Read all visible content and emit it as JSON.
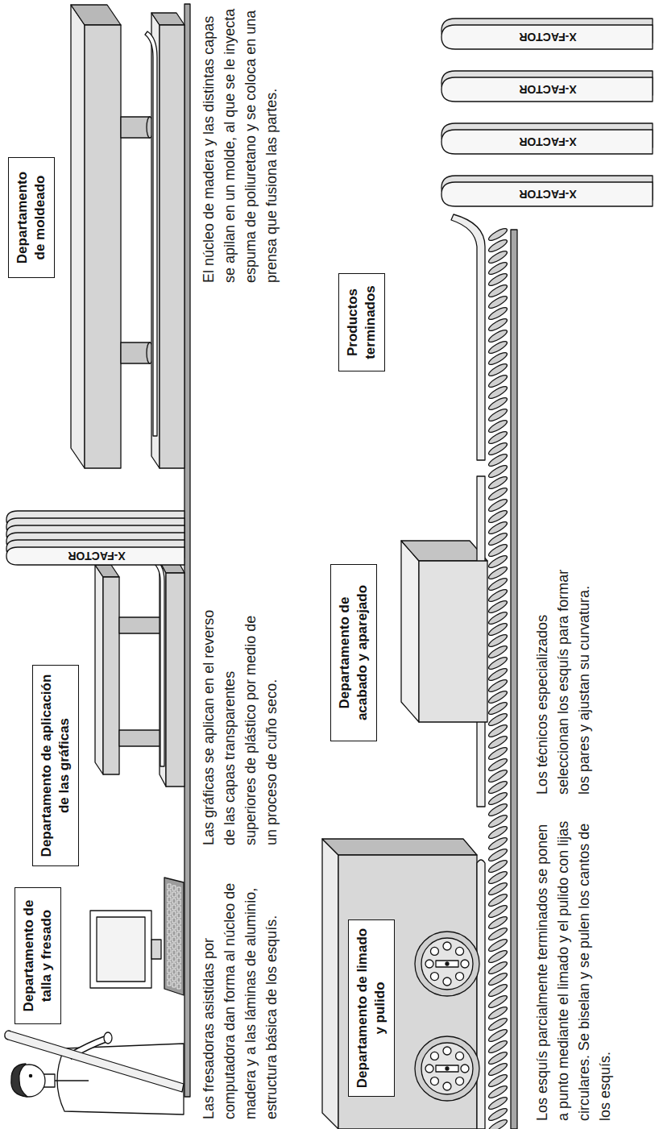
{
  "diagram": {
    "nodes": [
      {
        "text": [
          "Departamento de talla y fresado"
        ]
      },
      {
        "text": [
          "Departamento de aplicación de las gráficas"
        ]
      },
      {
        "text": [
          "Departamento de moldeado"
        ]
      },
      {
        "text": [
          "Departamento de limado y pulido"
        ]
      },
      {
        "text": [
          "Departamento de acabado y aparejado"
        ]
      },
      {
        "text": [
          "Productos terminados"
        ]
      }
    ],
    "labels": [
      "Las fresadoras asistidas por computadora dan forma al núcleo de madera y a las láminas de aluminio, estructura básica de los esquís.",
      "Las gráficas se aplican en el reverso de las capas transparentes superiores de plástico por medio de un proceso de cuño seco.",
      "X-FACTOR",
      "El núcleo de madera y las distintas capas se apilan en un molde, al que se le inyecta espuma de poliuretano y se coloca en una prensa que fusiona las partes.",
      "Los esquís parcialmente terminados se ponen a punto mediante el limado y el pulido con lijas circulares. Se biselan y se pulen los cantos de los esquís.",
      "Los técnicos especializados seleccionan los esquís para formar los pares y ajustan su curvatura.",
      "X-FACTOR",
      "X-FACTOR",
      "X-FACTOR",
      "X-FACTOR"
    ]
  }
}
